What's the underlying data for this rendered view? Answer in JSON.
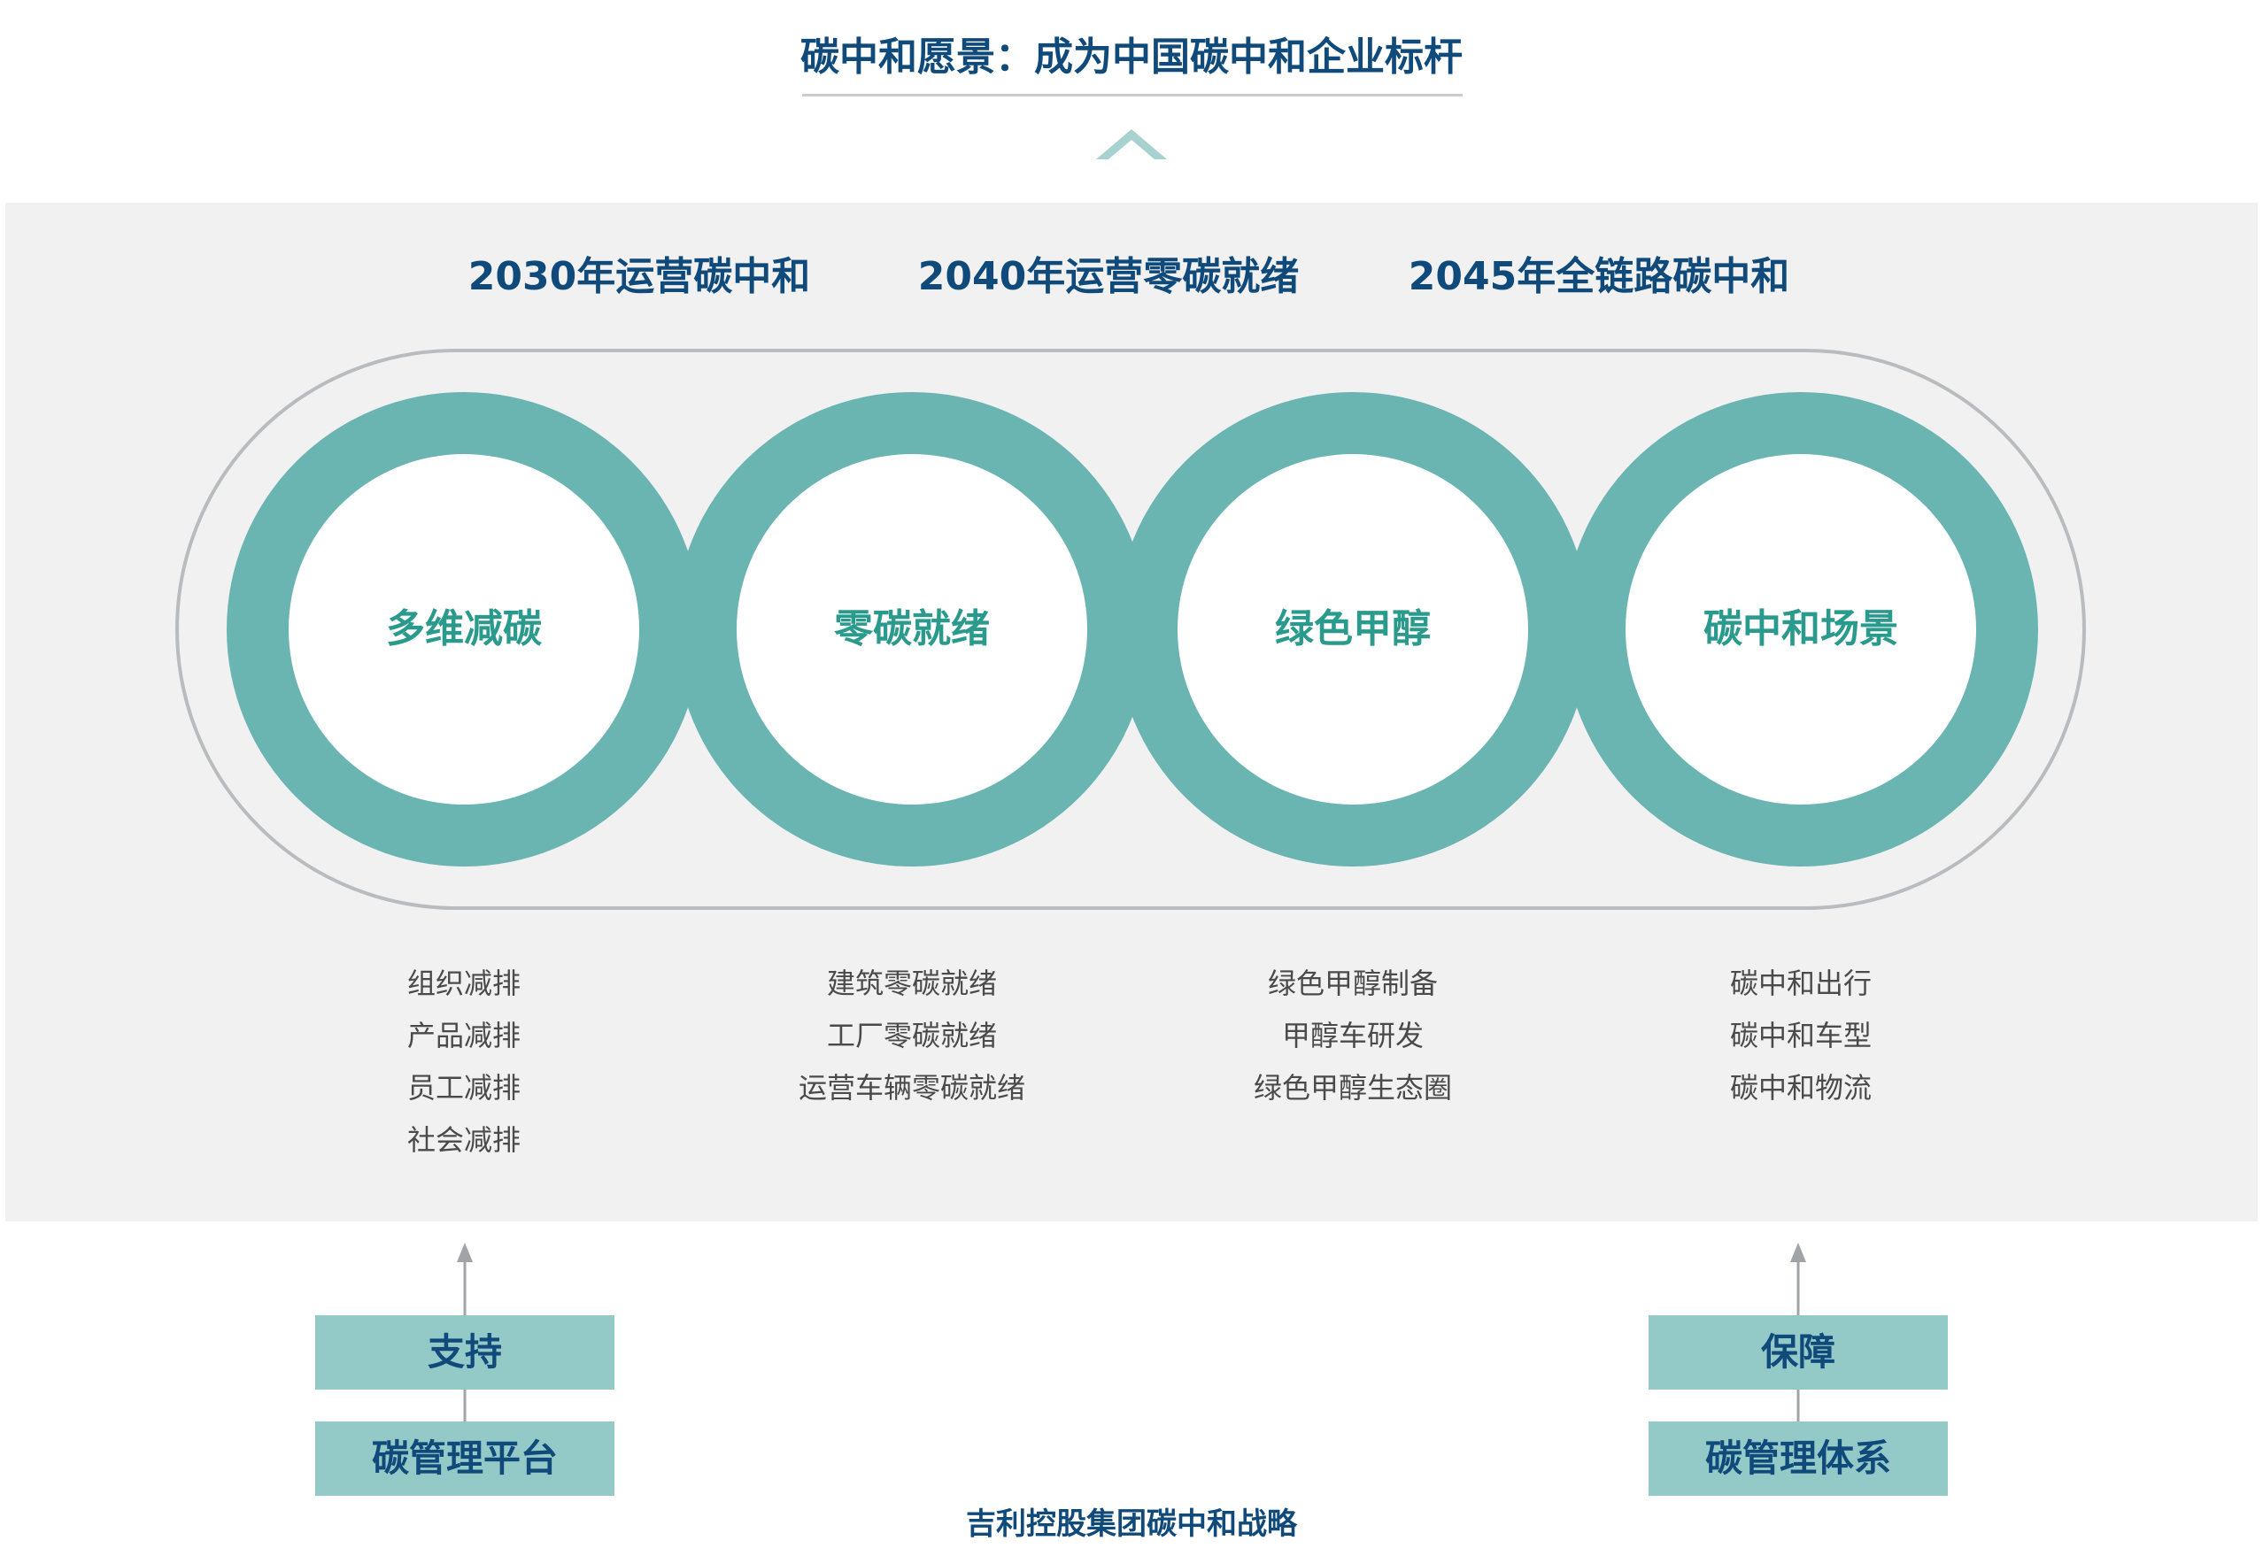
{
  "vision": {
    "title": "碳中和愿景：成为中国碳中和企业标杆"
  },
  "milestones": [
    {
      "label": "2030年运营碳中和"
    },
    {
      "label": "2040年运营零碳就绪"
    },
    {
      "label": "2045年全链路碳中和"
    }
  ],
  "pillars": [
    {
      "label": "多维减碳",
      "items": [
        "组织减排",
        "产品减排",
        "员工减排",
        "社会减排"
      ]
    },
    {
      "label": "零碳就绪",
      "items": [
        "建筑零碳就绪",
        "工厂零碳就绪",
        "运营车辆零碳就绪"
      ]
    },
    {
      "label": "绿色甲醇",
      "items": [
        "绿色甲醇制备",
        "甲醇车研发",
        "绿色甲醇生态圈"
      ]
    },
    {
      "label": "碳中和场景",
      "items": [
        "碳中和出行",
        "碳中和车型",
        "碳中和物流"
      ]
    }
  ],
  "support": {
    "left": {
      "top_label": "支持",
      "bottom_label": "碳管理平台"
    },
    "right": {
      "top_label": "保障",
      "bottom_label": "碳管理体系"
    }
  },
  "caption": "吉利控股集团碳中和战略",
  "colors": {
    "navy": "#0f4a7a",
    "teal_ring": "#6ab5b2",
    "teal_text": "#2a9a8d",
    "box_fill": "#93c9c7",
    "panel": "#f1f1f1",
    "outline": "#b9bcbe",
    "chevron": "#a8d2cf"
  }
}
